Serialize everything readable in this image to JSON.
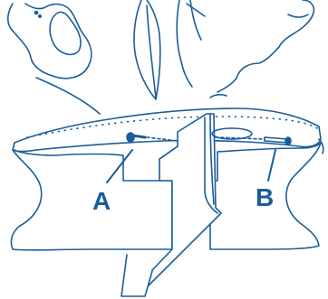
{
  "diagram": {
    "line_color": "#1a5d9a",
    "callouts": [
      {
        "id": "a",
        "label": "A",
        "points_to": "screw"
      },
      {
        "id": "b",
        "label": "B",
        "points_to": "wooden-dowel"
      }
    ]
  }
}
